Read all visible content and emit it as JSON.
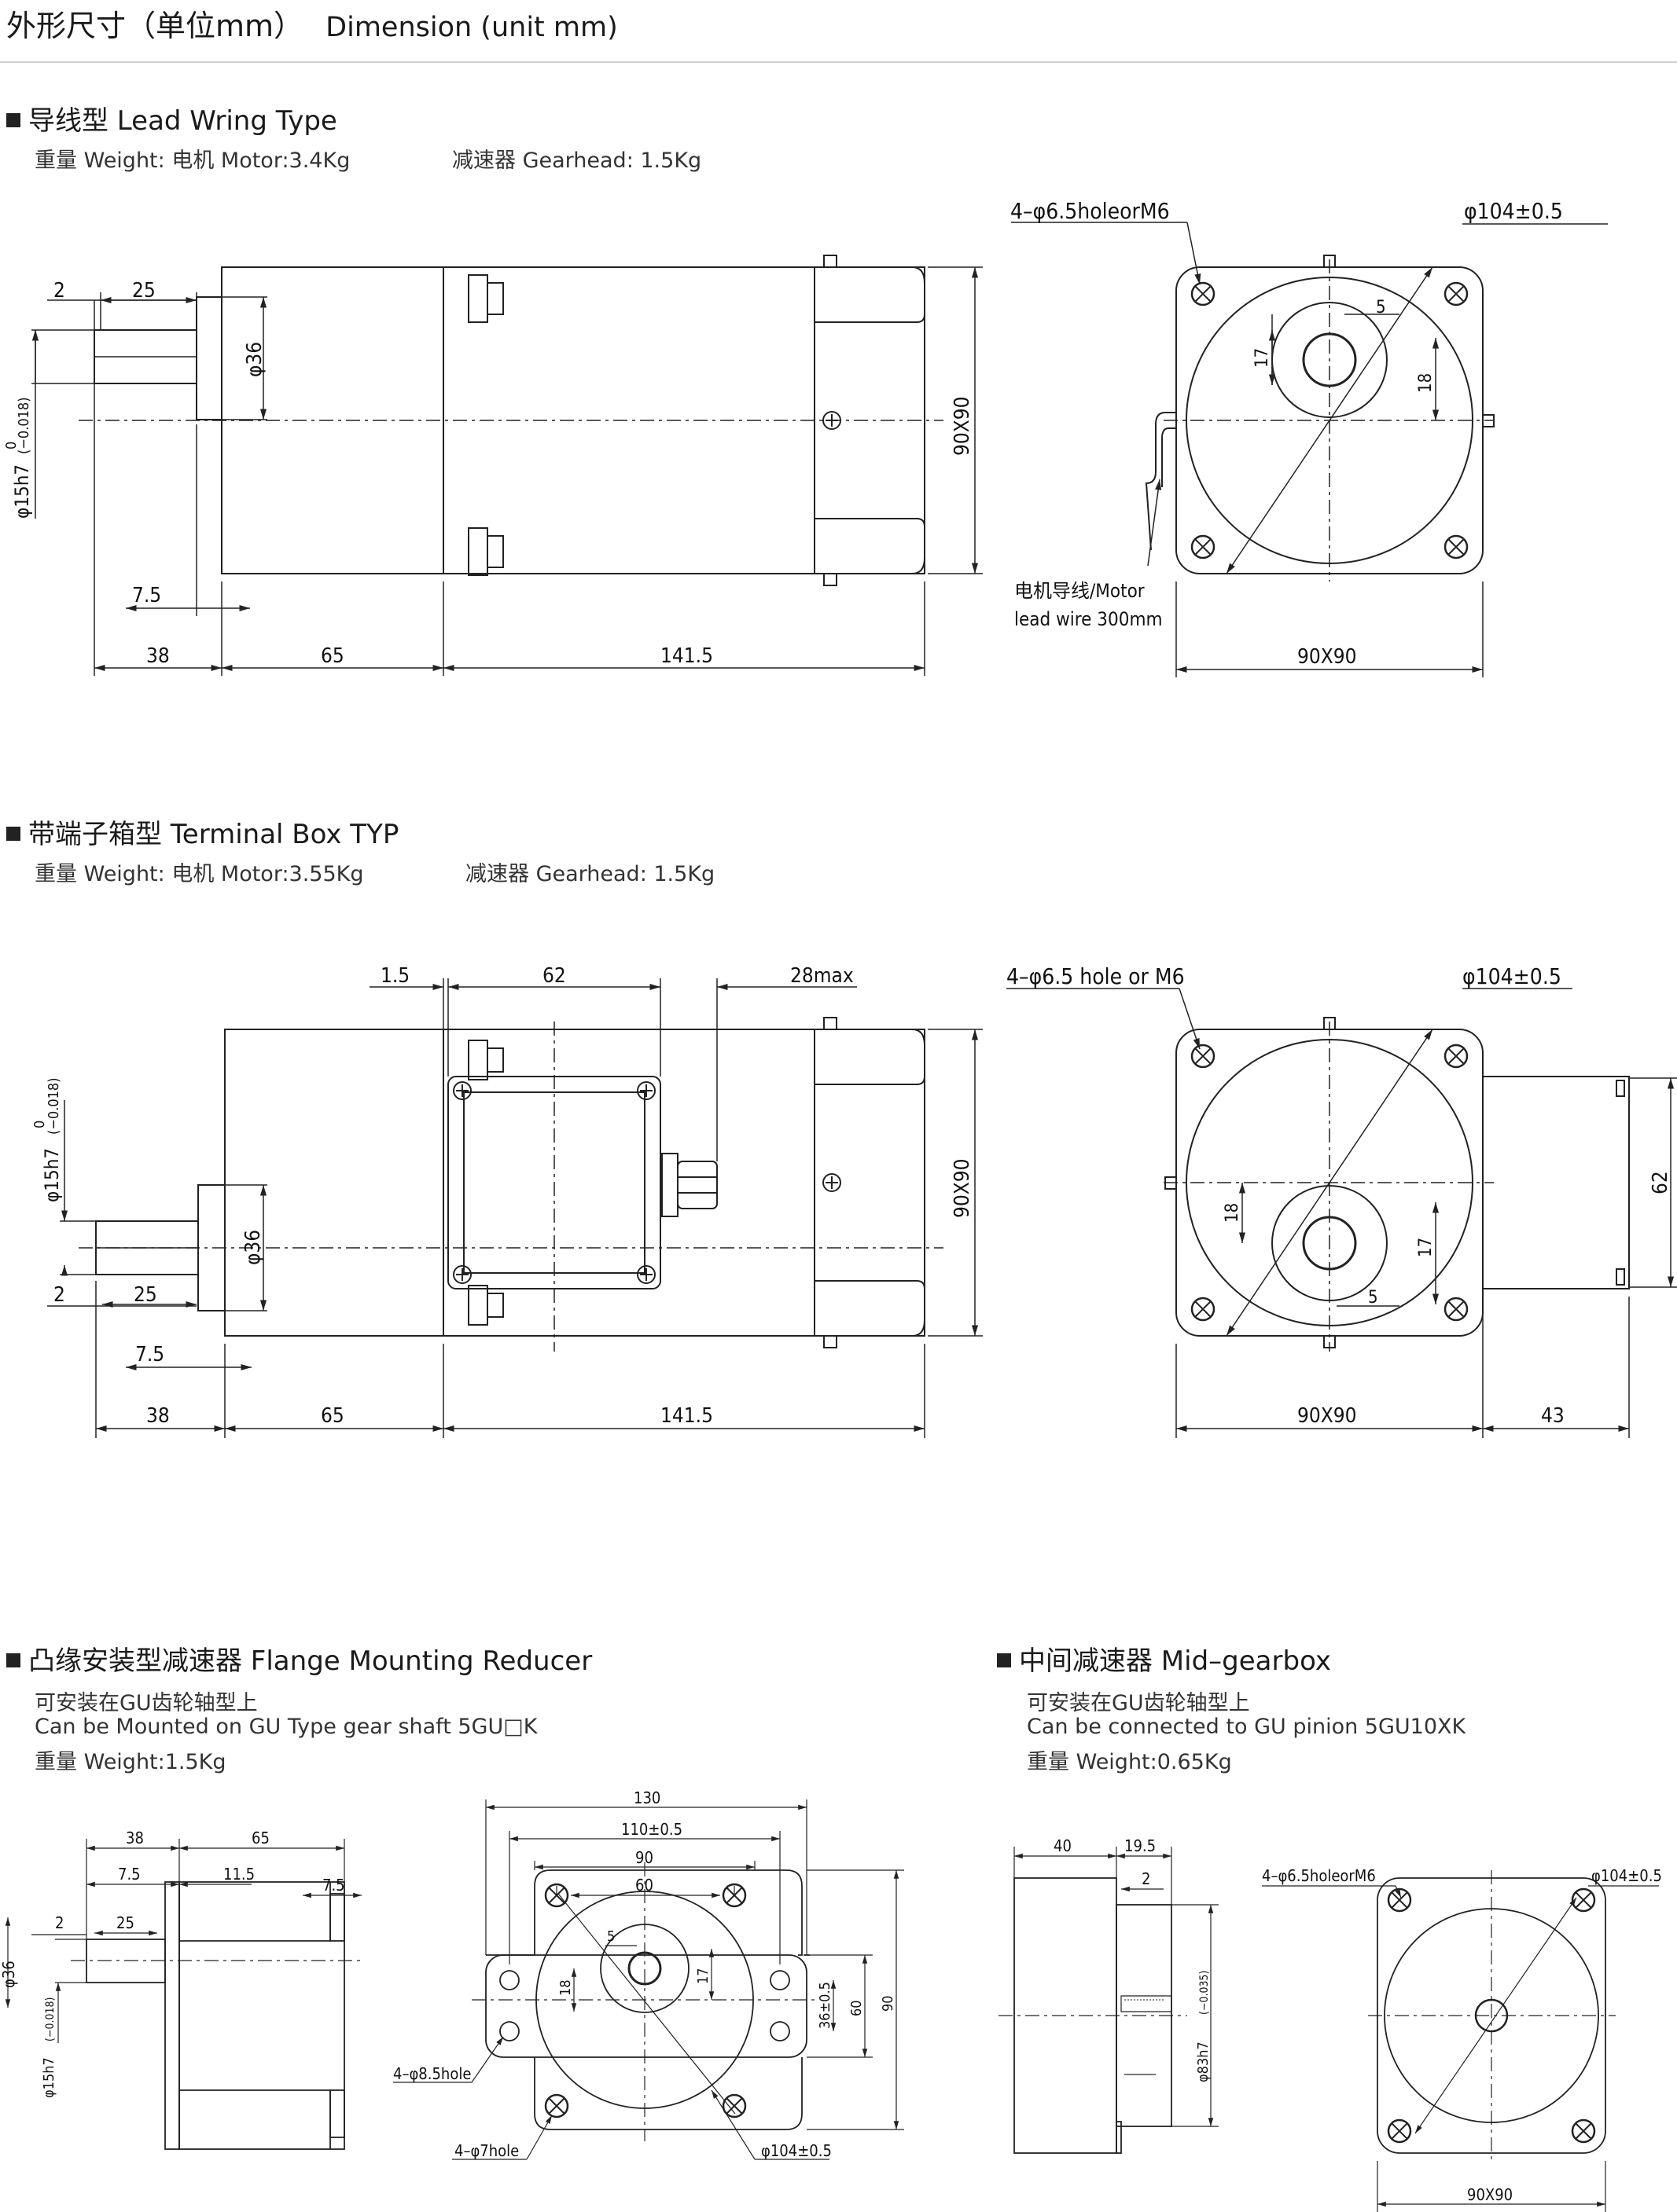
{
  "header": {
    "title_zh": "外形尺寸（单位mm）",
    "title_en": "Dimension (unit mm)"
  },
  "sections": {
    "lead": {
      "title": "导线型 Lead Wring Type",
      "weight_motor": "重量 Weight:  电机 Motor:3.4Kg",
      "weight_gearhead": "减速器 Gearhead: 1.5Kg"
    },
    "terminal": {
      "title": "带端子箱型 Terminal Box TYP",
      "weight_motor": "重量 Weight:  电机 Motor:3.55Kg",
      "weight_gearhead": "减速器 Gearhead: 1.5Kg"
    },
    "flange": {
      "title": "凸缘安装型减速器 Flange Mounting Reducer",
      "line1": "可安装在GU齿轮轴型上",
      "line2": "Can be Mounted on GU Type gear shaft 5GU□K",
      "line3": "重量 Weight:1.5Kg"
    },
    "mid": {
      "title": "中间减速器 Mid–gearbox",
      "line1": "可安装在GU齿轮轴型上",
      "line2": "Can be connected to GU pinion 5GU10XK",
      "line3": "重量 Weight:0.65Kg"
    }
  },
  "dims": {
    "d2": "2",
    "d25": "25",
    "d36": "φ36",
    "d15": "φ15h7",
    "d0": "0",
    "dm018": "(−0.018)",
    "d75": "7.5",
    "d38": "38",
    "d65": "65",
    "d1415": "141.5",
    "d90x90": "90X90",
    "holes": "4–φ6.5holeorM6",
    "pcd": "φ104±0.5",
    "d5": "5",
    "d17": "17",
    "d18": "18",
    "leadwire1": "电机导线/Motor",
    "leadwire2": "lead wire 300mm",
    "d15b": "1.5",
    "d62": "62",
    "d28max": "28max",
    "d43": "43",
    "holes_b": "4–φ6.5 hole or M6",
    "d115": "11.5",
    "d130": "130",
    "d110": "110±0.5",
    "d90": "90",
    "d60": "60",
    "d36pm": "36±0.5",
    "h85": "4–φ8.5hole",
    "h7": "4–φ7hole",
    "d40": "40",
    "d195": "19.5",
    "d83": "φ83h7",
    "dm035": "(−0.035)",
    "holes_c": "4–φ6.5holeorM6"
  }
}
